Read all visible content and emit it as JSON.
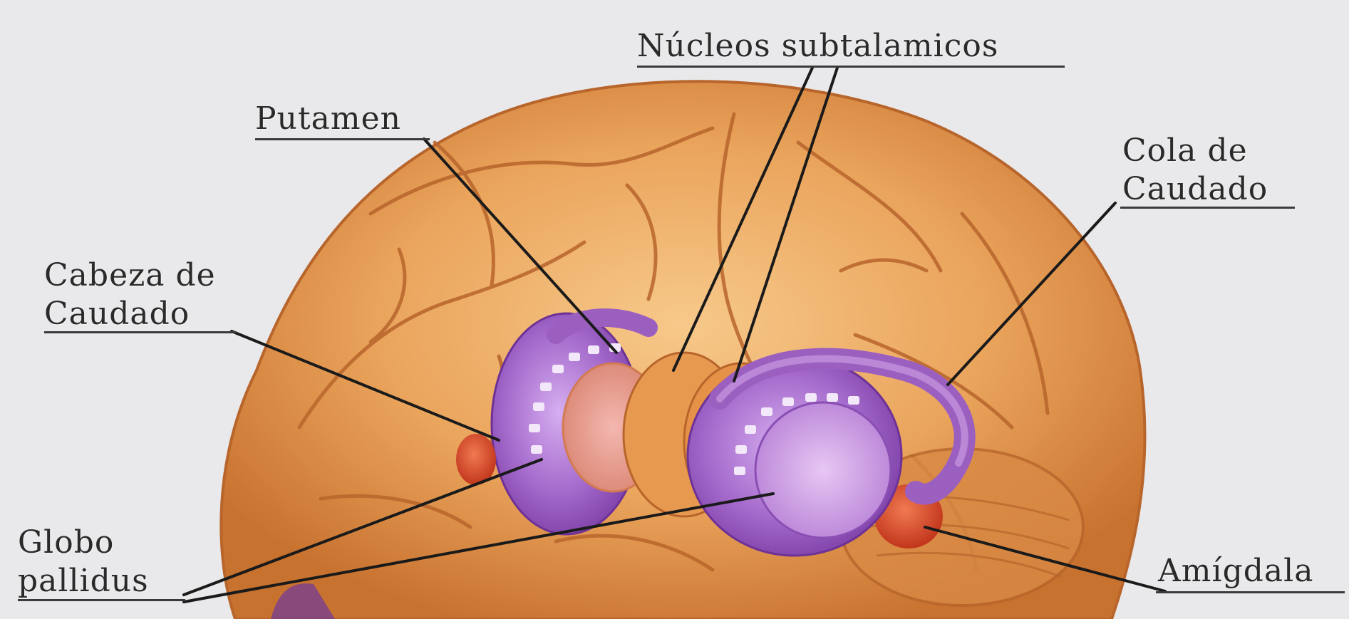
{
  "labels": {
    "nucleos_subtalamicos": "Núcleos subtalamicos",
    "putamen": "Putamen",
    "cola_de_caudado": [
      "Cola de",
      "Caudado"
    ],
    "cabeza_de_caudado": [
      "Cabeza de",
      "Caudado"
    ],
    "globo_pallidus": [
      "Globo",
      "pallidus"
    ],
    "amigdala": "Amígdala"
  },
  "colors": {
    "background": "#e9e9eb",
    "brain": "#e8a15c",
    "brain_dark": "#b8652c",
    "basal_ganglia": "#9b5fc0",
    "basal_ganglia_light": "#c79ae0",
    "amygdala": "#d9482a",
    "leader_line": "#1a1a1a"
  }
}
